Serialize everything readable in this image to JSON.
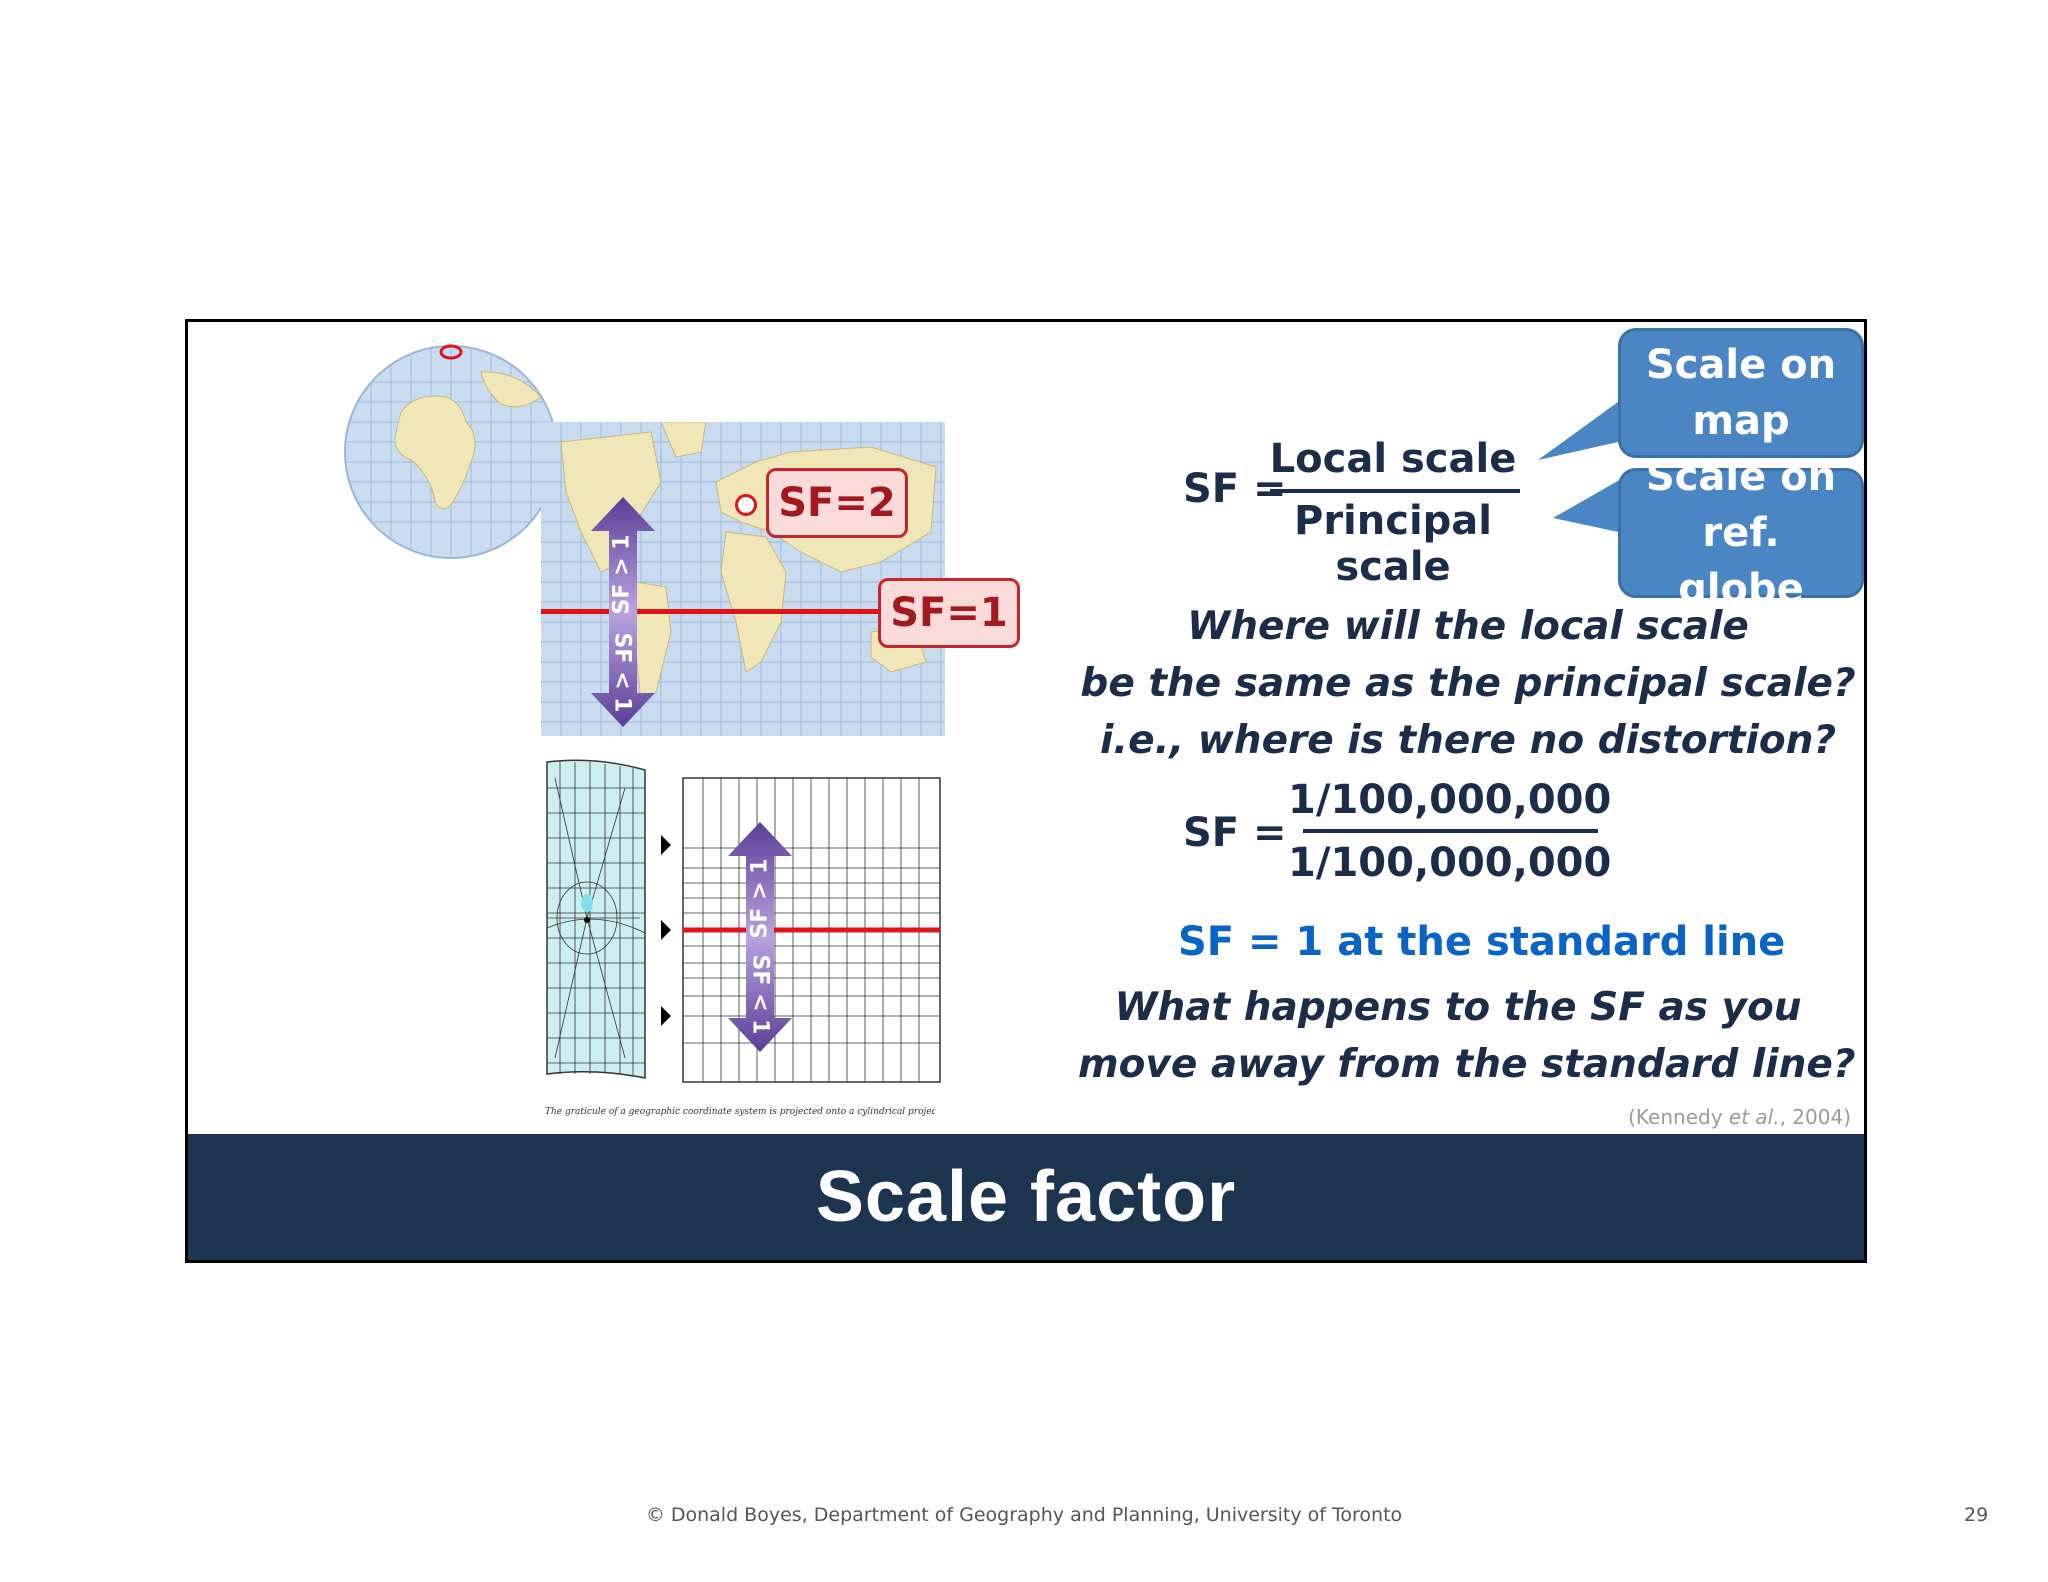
{
  "title": "Scale factor",
  "formula1": {
    "lhs": "SF =",
    "numerator": "Local scale",
    "denominator": "Principal scale"
  },
  "callouts": {
    "map": "Scale on map",
    "globe": "Scale on ref. globe"
  },
  "question1": [
    "Where will the local scale",
    "be the same as the principal scale?",
    "i.e., where is there no distortion?"
  ],
  "formula2": {
    "lhs": "SF =",
    "numerator": "1/100,000,000",
    "denominator": "1/100,000,000"
  },
  "statement": "SF = 1 at the standard line",
  "question2": [
    "What happens to the SF as you",
    "move away from the standard line?"
  ],
  "citation": {
    "pre": "(Kennedy ",
    "italic": "et al.",
    "post": ", 2004)"
  },
  "labels": {
    "sf2": "SF=2",
    "sf1": "SF=1",
    "arrow_up": "SF > 1",
    "arrow_down": "SF < 1"
  },
  "figure_caption": "The graticule of a geographic coordinate system is projected onto a cylindrical projection surface.",
  "footer": {
    "copyright": "© Donald Boyes, Department of Geography and Planning, University of Toronto",
    "page": "29"
  },
  "colors": {
    "title_bar": "#1c344f",
    "callout": "#4b86c4",
    "standard_line": "#e0131b",
    "arrow": "#7a5bb8",
    "emphasis": "#0a64c6"
  }
}
